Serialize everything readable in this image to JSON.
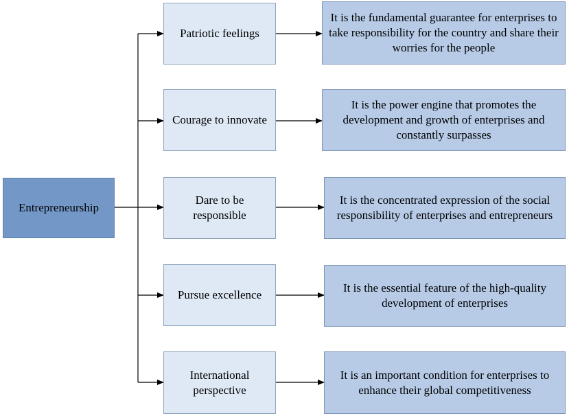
{
  "root": {
    "label": "Entrepreneurship"
  },
  "items": [
    {
      "label": "Patriotic feelings",
      "description": "It is the fundamental guarantee for enterprises to take responsibility for the country and share their worries for the people"
    },
    {
      "label": "Courage to innovate",
      "description": "It is the power engine that promotes the development and growth of enterprises and constantly surpasses"
    },
    {
      "label": "Dare to be responsible",
      "description": "It is the concentrated expression of the social responsibility of enterprises and entrepreneurs"
    },
    {
      "label": "Pursue excellence",
      "description": "It is the essential feature of the high-quality development of enterprises"
    },
    {
      "label": "International perspective",
      "description": "It is an important condition for enterprises to enhance their global competitiveness"
    }
  ],
  "colors": {
    "root_fill": "#7398c8",
    "item_fill": "#dfe9f6",
    "description_fill": "#b7cbe7",
    "connector": "#000000"
  }
}
